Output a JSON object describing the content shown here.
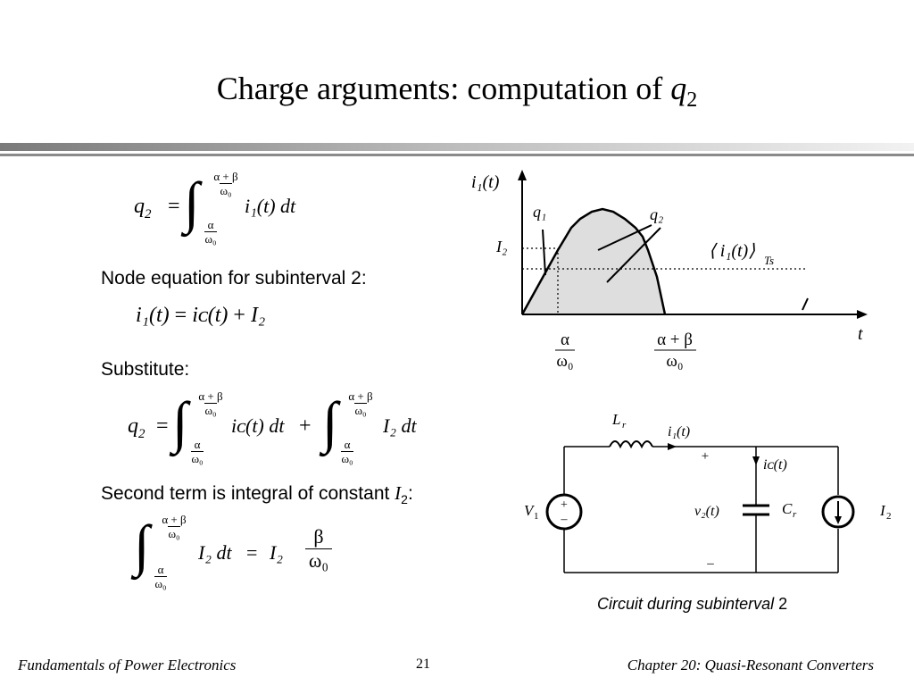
{
  "title": {
    "text": "Charge arguments: computation of ",
    "var": "q",
    "sub": "2"
  },
  "left": {
    "node_eq_label": "Node equation for subinterval 2:",
    "substitute_label": "Substitute:",
    "second_term_text": "Second term is integral of constant ",
    "second_term_var": "I",
    "second_term_sub": "2",
    "second_term_colon": ":"
  },
  "equations": {
    "q2": "q",
    "two": "2",
    "eq": "=",
    "plus": "+",
    "i1_dt": "i₁(t) dt",
    "ic_dt": "iᴄ(t) dt",
    "I2_dt": "I₂ dt",
    "i1t": "i₁(t)",
    "ict": "iᴄ(t)",
    "I2": "I₂",
    "lim_upper": "α + β",
    "lim_den": "ω₀",
    "lim_lower": "α",
    "beta": "β",
    "omega0": "ω₀"
  },
  "graph": {
    "y_label": "i₁(t)",
    "x_label": "t",
    "q1": "q₁",
    "q2": "q₂",
    "I2": "I₂",
    "avg": "⟨ i₁(t)⟩",
    "avg_sub": "Ts",
    "tick1_num": "α",
    "tick1_den": "ω₀",
    "tick2_num": "α + β",
    "tick2_den": "ω₀"
  },
  "circuit": {
    "Lr": "L",
    "Lr_sub": "r",
    "i1t": "i₁(t)",
    "ict": "iᴄ(t)",
    "plus_top": "+",
    "minus_bottom": "–",
    "V1": "V",
    "V1_sub": "1",
    "v2t": "v₂(t)",
    "Cr": "C",
    "Cr_sub": "r",
    "I2": "I",
    "I2_sub": "2",
    "src_plus": "+",
    "src_minus": "–",
    "caption_text": "Circuit during subinterval ",
    "caption_num": "2"
  },
  "footer": {
    "left": "Fundamentals of Power Electronics",
    "page": "21",
    "right": "Chapter 20:  Quasi-Resonant Converters"
  }
}
